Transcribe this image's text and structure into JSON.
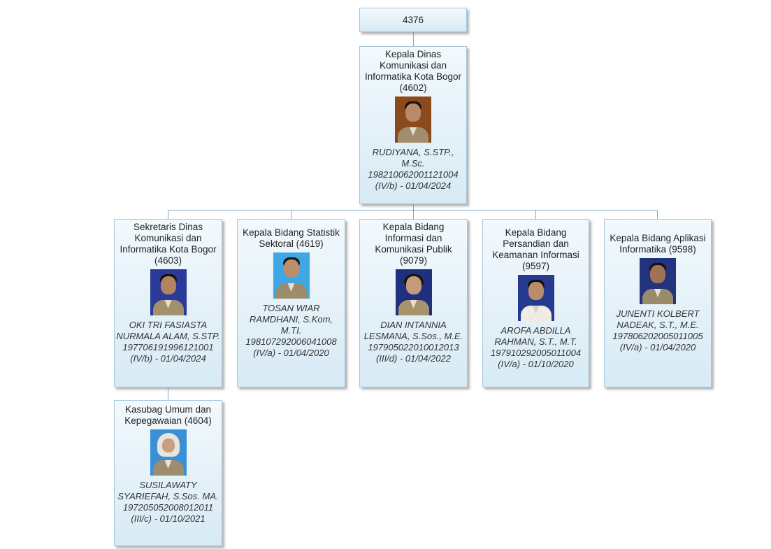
{
  "root": {
    "label": "4376"
  },
  "head_node": {
    "title": "Kepala Dinas Komunikasi dan Informatika Kota Bogor (4602)",
    "name": "RUDIYANA, S.STP., M.Sc.",
    "nip": "198210062001121004",
    "rank": "(IV/b) - 01/04/2024",
    "photo_icon": "person-photo-icon",
    "photo_bg": "#8a4a1c"
  },
  "children": [
    {
      "title": "Sekretaris Dinas Komunikasi dan Informatika Kota Bogor (4603)",
      "name": "OKI TRI FASIASTA NURMALA ALAM, S.STP.",
      "nip": "197706191996121001",
      "rank": "(IV/b) - 01/04/2024",
      "photo_bg": "#2a3a96"
    },
    {
      "title": "Kepala Bidang Statistik Sektoral (4619)",
      "name": "TOSAN WIAR RAMDHANI, S.Kom, M.TI.",
      "nip": "198107292006041008",
      "rank": "(IV/a) - 01/04/2020",
      "photo_bg": "#3ea7e4"
    },
    {
      "title": "Kepala Bidang Informasi dan Komunikasi Publik (9079)",
      "name": "DIAN INTANNIA LESMANA, S.Sos., M.E.",
      "nip": "197905022010012013",
      "rank": "(III/d) - 01/04/2022",
      "photo_bg": "#20307e"
    },
    {
      "title": "Kepala Bidang Persandian dan Keamanan Informasi (9597)",
      "name": "AROFA ABDILLA RAHMAN, S.T., M.T.",
      "nip": "197910292005011004",
      "rank": "(IV/a) - 01/10/2020",
      "photo_bg": "#263a92"
    },
    {
      "title": "Kepala Bidang Aplikasi Informatika (9598)",
      "name": "JUNENTI KOLBERT NADEAK, S.T., M.E.",
      "nip": "197806202005011005",
      "rank": "(IV/a) - 01/04/2020",
      "photo_bg": "#22347e"
    }
  ],
  "grandchild": {
    "title": "Kasubag Umum dan Kepegawaian (4604)",
    "name": "SUSILAWATY SYARIEFAH, S.Sos. MA.",
    "nip": "197205052008012011",
    "rank": "(III/c) - 01/10/2021",
    "photo_bg": "#3a8fd6"
  },
  "colors": {
    "node_top": "#f3f9fd",
    "node_bottom": "#d7eaf5",
    "node_border": "#a7c6dc",
    "connector": "#7fa9c6",
    "uniform": "#a08e6c",
    "skin": "#b88a68"
  }
}
